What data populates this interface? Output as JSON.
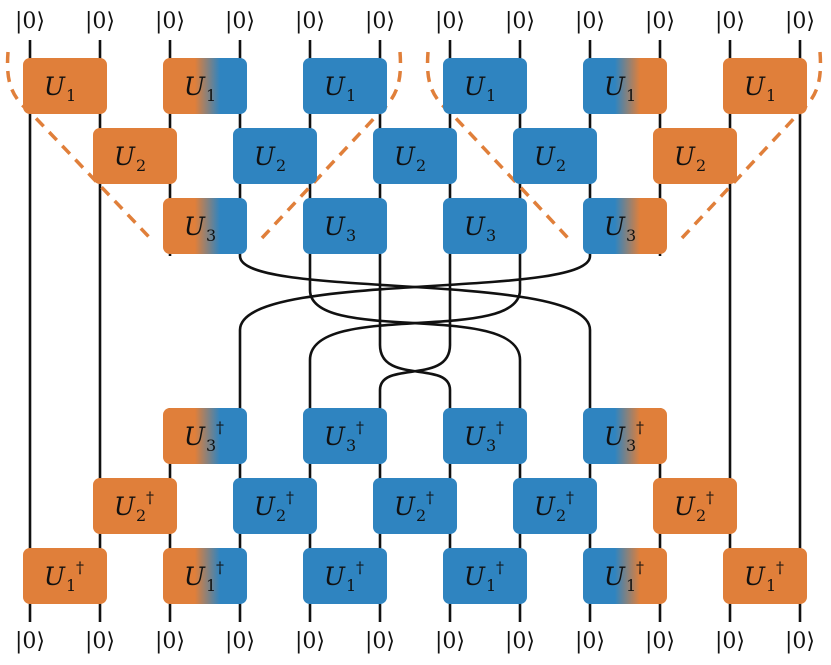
{
  "input_states": [
    "|0⟩",
    "|0⟩",
    "|0⟩",
    "|0⟩",
    "|0⟩",
    "|0⟩",
    "|0⟩",
    "|0⟩",
    "|0⟩",
    "|0⟩",
    "|0⟩",
    "|0⟩"
  ],
  "output_states": [
    "|0⟩",
    "|0⟩",
    "|0⟩",
    "|0⟩",
    "|0⟩",
    "|0⟩",
    "|0⟩",
    "|0⟩",
    "|0⟩",
    "|0⟩",
    "|0⟩",
    "|0⟩"
  ],
  "colors": {
    "orange": "#e07f3a",
    "blue": "#2f84c0",
    "wire": "#111111"
  },
  "gates": [
    {
      "label": "U",
      "sub": "1",
      "dagger": false,
      "fill": "orange"
    },
    {
      "label": "U",
      "sub": "1",
      "dagger": false,
      "fill": "orange-blue"
    },
    {
      "label": "U",
      "sub": "1",
      "dagger": false,
      "fill": "blue"
    },
    {
      "label": "U",
      "sub": "1",
      "dagger": false,
      "fill": "blue"
    },
    {
      "label": "U",
      "sub": "1",
      "dagger": false,
      "fill": "blue-orange"
    },
    {
      "label": "U",
      "sub": "1",
      "dagger": false,
      "fill": "orange"
    },
    {
      "label": "U",
      "sub": "2",
      "dagger": false,
      "fill": "orange"
    },
    {
      "label": "U",
      "sub": "2",
      "dagger": false,
      "fill": "blue"
    },
    {
      "label": "U",
      "sub": "2",
      "dagger": false,
      "fill": "blue"
    },
    {
      "label": "U",
      "sub": "2",
      "dagger": false,
      "fill": "blue"
    },
    {
      "label": "U",
      "sub": "2",
      "dagger": false,
      "fill": "orange"
    },
    {
      "label": "U",
      "sub": "3",
      "dagger": false,
      "fill": "orange-blue"
    },
    {
      "label": "U",
      "sub": "3",
      "dagger": false,
      "fill": "blue"
    },
    {
      "label": "U",
      "sub": "3",
      "dagger": false,
      "fill": "blue"
    },
    {
      "label": "U",
      "sub": "3",
      "dagger": false,
      "fill": "blue-orange"
    },
    {
      "label": "U",
      "sub": "3",
      "dagger": true,
      "fill": "orange-blue"
    },
    {
      "label": "U",
      "sub": "3",
      "dagger": true,
      "fill": "blue"
    },
    {
      "label": "U",
      "sub": "3",
      "dagger": true,
      "fill": "blue"
    },
    {
      "label": "U",
      "sub": "3",
      "dagger": true,
      "fill": "blue-orange"
    },
    {
      "label": "U",
      "sub": "2",
      "dagger": true,
      "fill": "orange"
    },
    {
      "label": "U",
      "sub": "2",
      "dagger": true,
      "fill": "blue"
    },
    {
      "label": "U",
      "sub": "2",
      "dagger": true,
      "fill": "blue"
    },
    {
      "label": "U",
      "sub": "2",
      "dagger": true,
      "fill": "blue"
    },
    {
      "label": "U",
      "sub": "2",
      "dagger": true,
      "fill": "orange"
    },
    {
      "label": "U",
      "sub": "1",
      "dagger": true,
      "fill": "orange"
    },
    {
      "label": "U",
      "sub": "1",
      "dagger": true,
      "fill": "orange-blue"
    },
    {
      "label": "U",
      "sub": "1",
      "dagger": true,
      "fill": "blue"
    },
    {
      "label": "U",
      "sub": "1",
      "dagger": true,
      "fill": "blue"
    },
    {
      "label": "U",
      "sub": "1",
      "dagger": true,
      "fill": "blue-orange"
    },
    {
      "label": "U",
      "sub": "1",
      "dagger": true,
      "fill": "orange"
    }
  ],
  "dagger_symbol": "†"
}
